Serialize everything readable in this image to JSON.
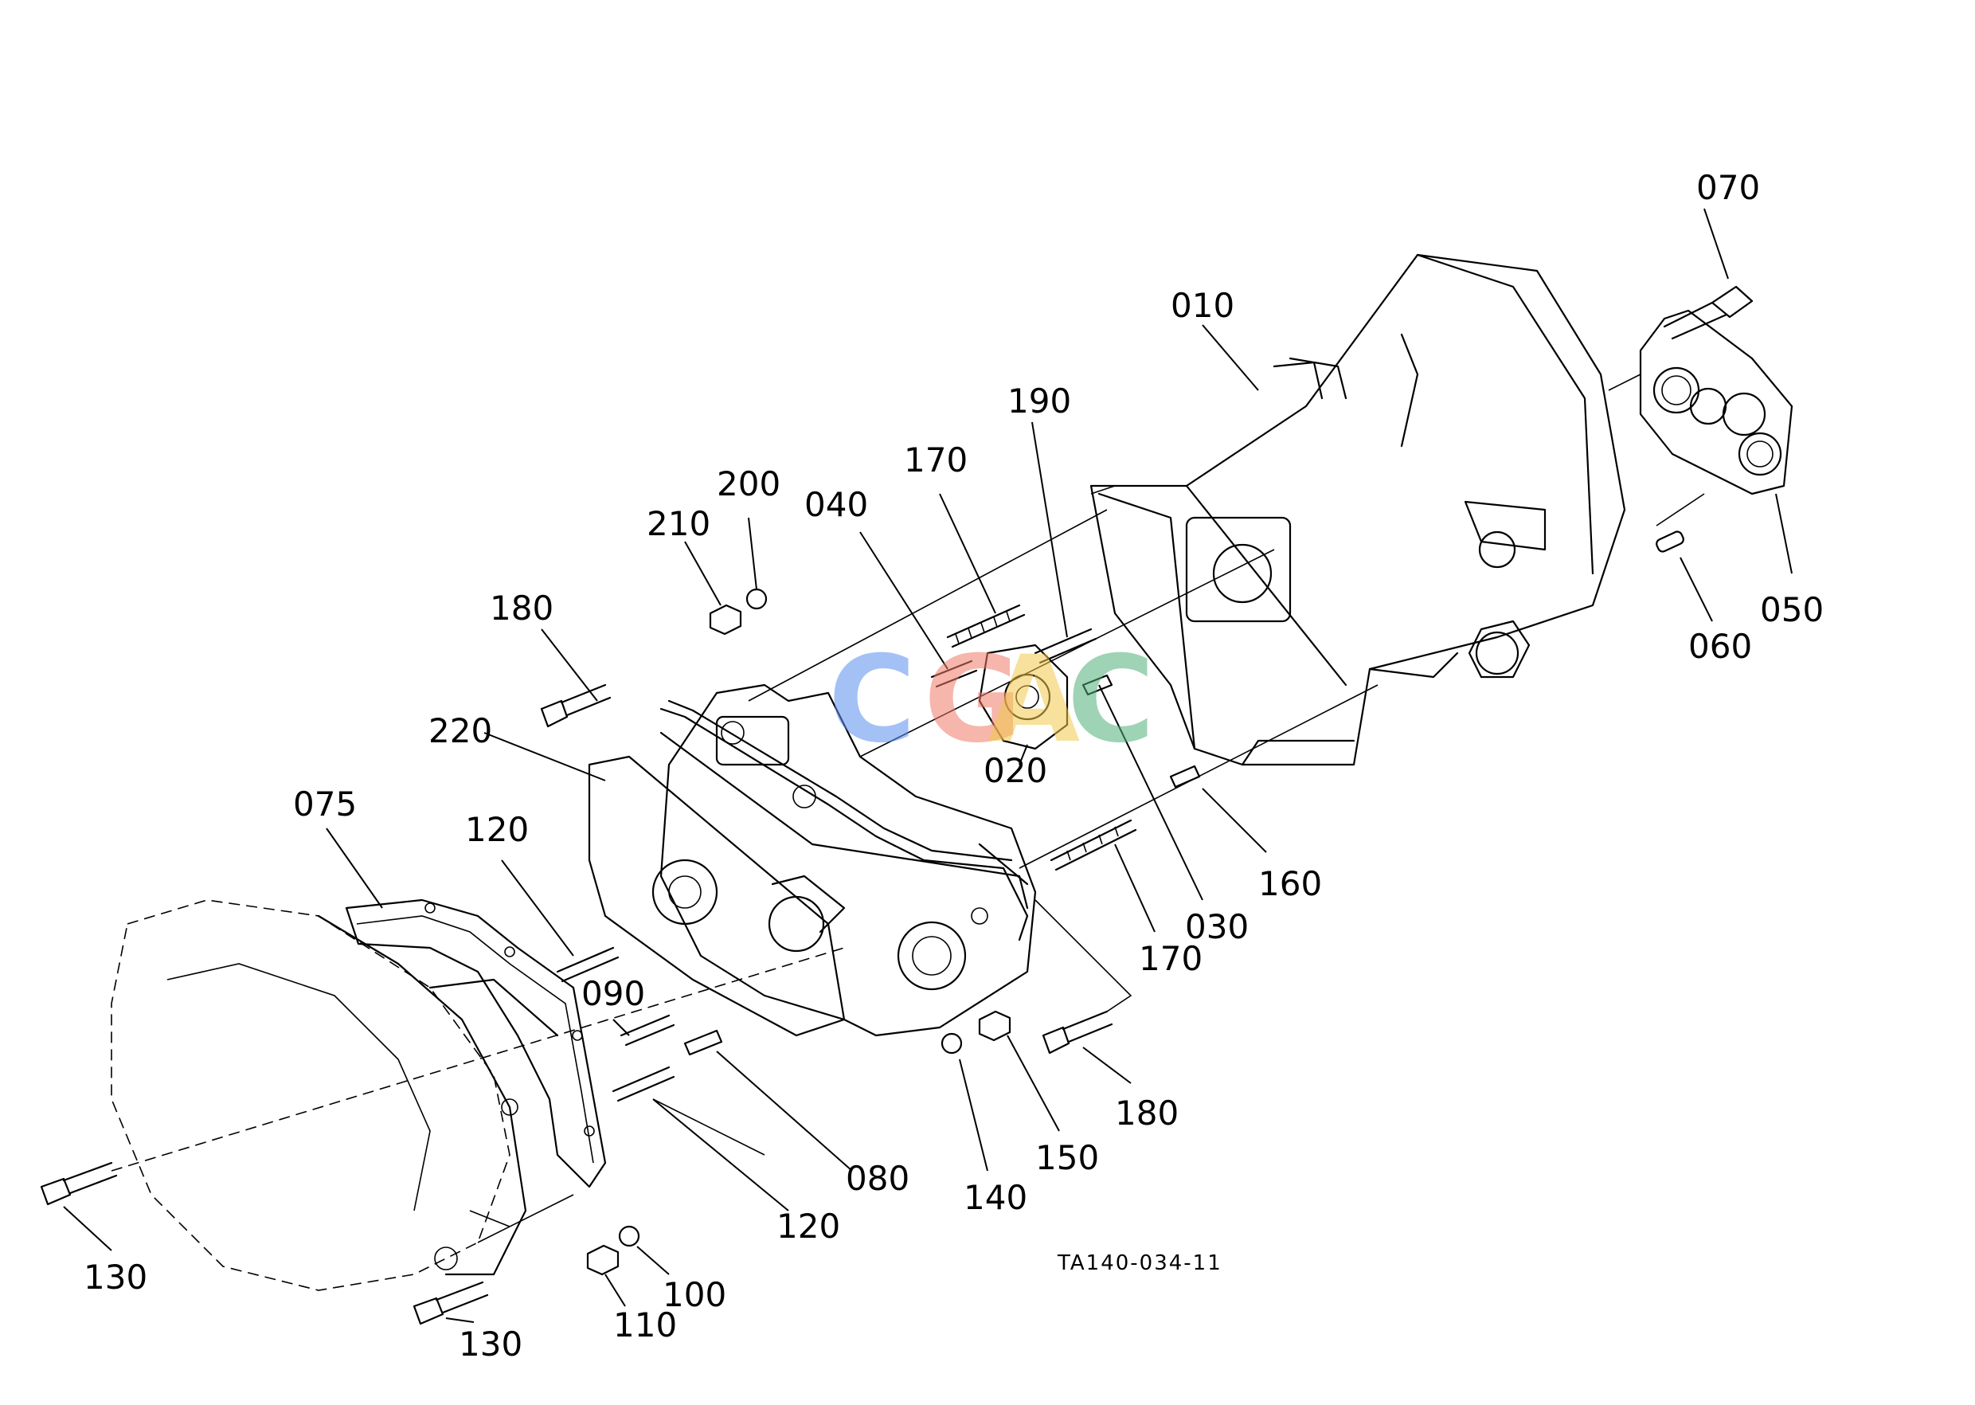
{
  "colors": {
    "line": "#000000",
    "watermark": [
      "#5b8ff0",
      "#f07b6a",
      "#f2c94c",
      "#4fb07a"
    ]
  },
  "watermark": {
    "letters": [
      "C",
      "G",
      "A",
      "C"
    ]
  },
  "reference_code": "TA140-034-11",
  "callouts": [
    {
      "id": "c070",
      "text": "070"
    },
    {
      "id": "c010",
      "text": "010"
    },
    {
      "id": "c190",
      "text": "190"
    },
    {
      "id": "c170a",
      "text": "170"
    },
    {
      "id": "c200",
      "text": "200"
    },
    {
      "id": "c040",
      "text": "040"
    },
    {
      "id": "c210",
      "text": "210"
    },
    {
      "id": "c180a",
      "text": "180"
    },
    {
      "id": "c220",
      "text": "220"
    },
    {
      "id": "c020",
      "text": "020"
    },
    {
      "id": "c050",
      "text": "050"
    },
    {
      "id": "c060",
      "text": "060"
    },
    {
      "id": "c075",
      "text": "075"
    },
    {
      "id": "c120a",
      "text": "120"
    },
    {
      "id": "c160",
      "text": "160"
    },
    {
      "id": "c030",
      "text": "030"
    },
    {
      "id": "c170b",
      "text": "170"
    },
    {
      "id": "c090",
      "text": "090"
    },
    {
      "id": "c180b",
      "text": "180"
    },
    {
      "id": "c150",
      "text": "150"
    },
    {
      "id": "c080",
      "text": "080"
    },
    {
      "id": "c140",
      "text": "140"
    },
    {
      "id": "c120b",
      "text": "120"
    },
    {
      "id": "c130a",
      "text": "130"
    },
    {
      "id": "c100",
      "text": "100"
    },
    {
      "id": "c110",
      "text": "110"
    },
    {
      "id": "c130b",
      "text": "130"
    }
  ]
}
